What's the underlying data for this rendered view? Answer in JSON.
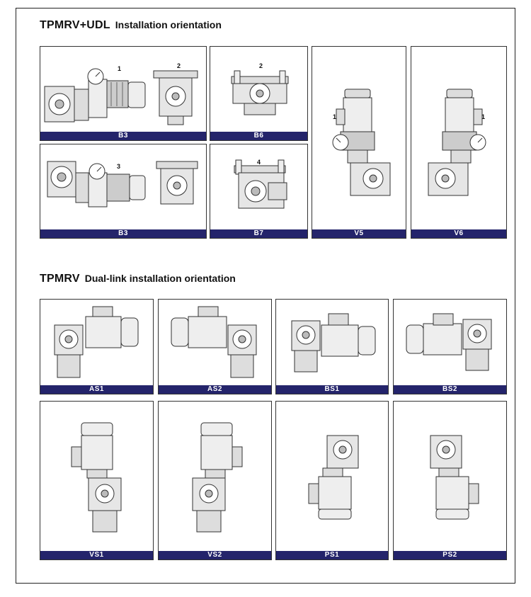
{
  "section1": {
    "code": "TPMRV+UDL",
    "description": "Installation orientation",
    "panels": [
      {
        "label": "B3",
        "marker": "1"
      },
      {
        "label": "B6",
        "marker": "2"
      },
      {
        "label": "V5",
        "marker": "1"
      },
      {
        "label": "V6",
        "marker": "1"
      },
      {
        "label": "B3",
        "marker": "3"
      },
      {
        "label": "B7",
        "marker": "4"
      }
    ],
    "side_markers": [
      "2"
    ]
  },
  "section2": {
    "code": "TPMRV",
    "description": "Dual-link installation orientation",
    "panels": [
      {
        "label": "AS1"
      },
      {
        "label": "AS2"
      },
      {
        "label": "BS1"
      },
      {
        "label": "BS2"
      },
      {
        "label": "VS1"
      },
      {
        "label": "VS2"
      },
      {
        "label": "PS1"
      },
      {
        "label": "PS2"
      }
    ]
  },
  "colors": {
    "label_bar": "#24246b",
    "line": "#333333",
    "metal": "#e6e6e6"
  },
  "icons": [
    "gear-motor-drawing-icon",
    "dial-gauge-icon"
  ]
}
